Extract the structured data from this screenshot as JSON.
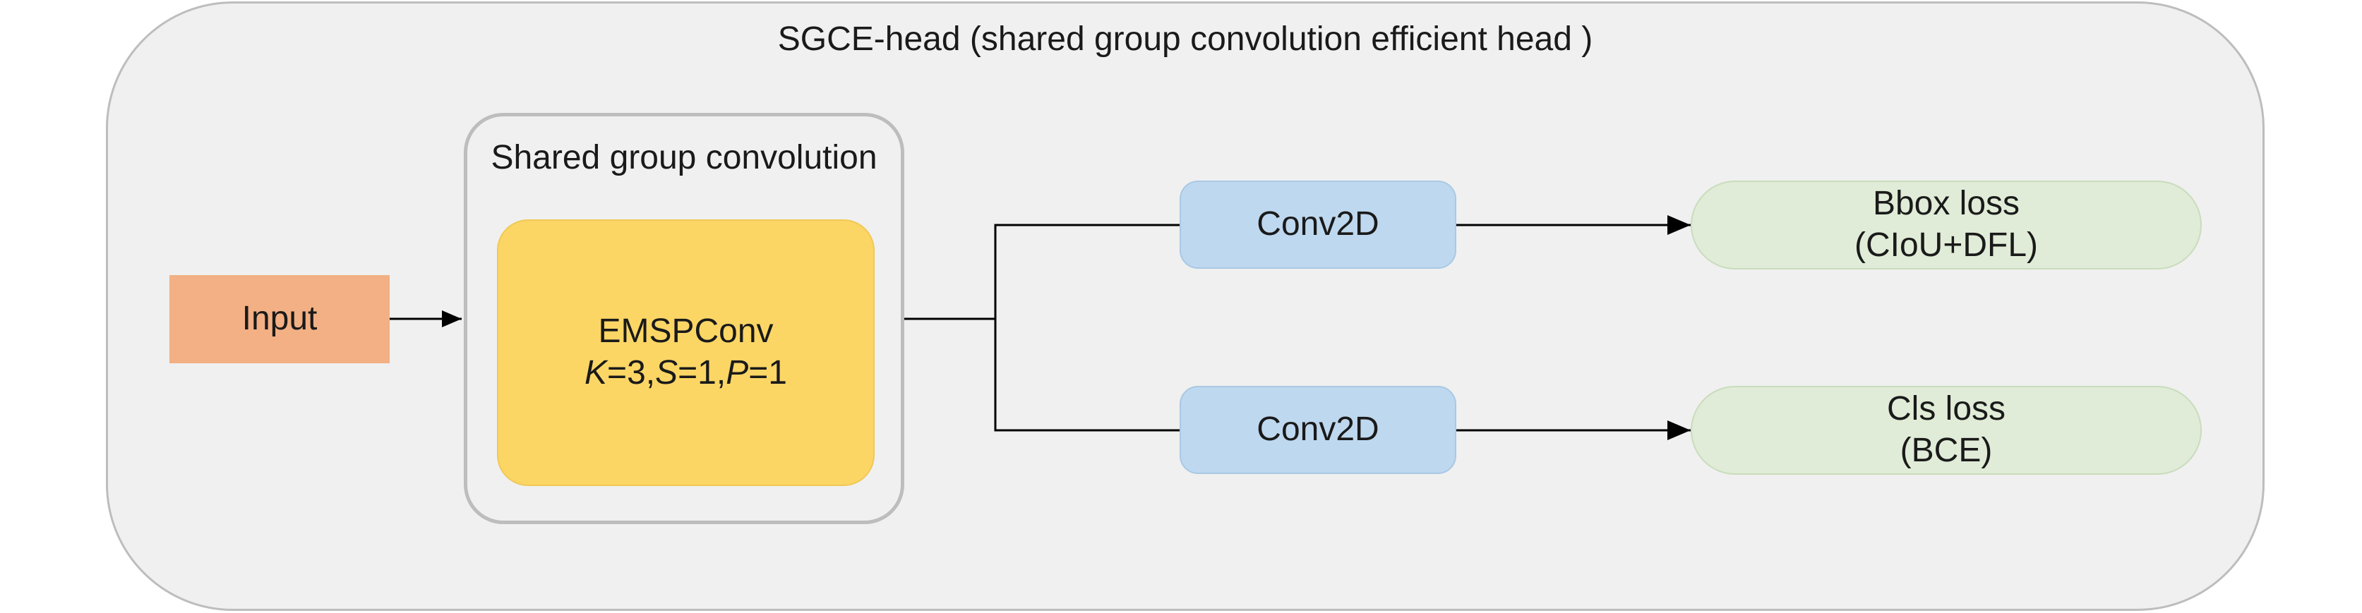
{
  "diagram": {
    "title": "SGCE-head (shared group convolution efficient head )",
    "group_label": "Shared group convolution",
    "nodes": {
      "input": "Input",
      "emspconv": {
        "name": "EMSPConv",
        "params": [
          {
            "key": "K",
            "value": "=3"
          },
          {
            "sep": ","
          },
          {
            "key": "S",
            "value": "=1"
          },
          {
            "sep": ","
          },
          {
            "key": "P",
            "value": "=1"
          }
        ]
      },
      "conv_top": "Conv2D",
      "conv_bottom": "Conv2D",
      "bbox_loss": {
        "line1": "Bbox loss",
        "line2": "(CIoU+DFL)"
      },
      "cls_loss": {
        "line1": "Cls loss",
        "line2": "(BCE)"
      }
    },
    "edges": [
      {
        "from": "input",
        "to": "emspconv"
      },
      {
        "from": "emspconv",
        "to": "conv_top"
      },
      {
        "from": "emspconv",
        "to": "conv_bottom"
      },
      {
        "from": "conv_top",
        "to": "bbox_loss"
      },
      {
        "from": "conv_bottom",
        "to": "cls_loss"
      }
    ],
    "colors": {
      "container": "#f0f0f0",
      "container_border": "#bdbdbd",
      "input": "#f2b084",
      "emspconv": "#fcd665",
      "conv2d": "#bed8ef",
      "loss": "#e0ecd7",
      "line": "#000000"
    }
  }
}
